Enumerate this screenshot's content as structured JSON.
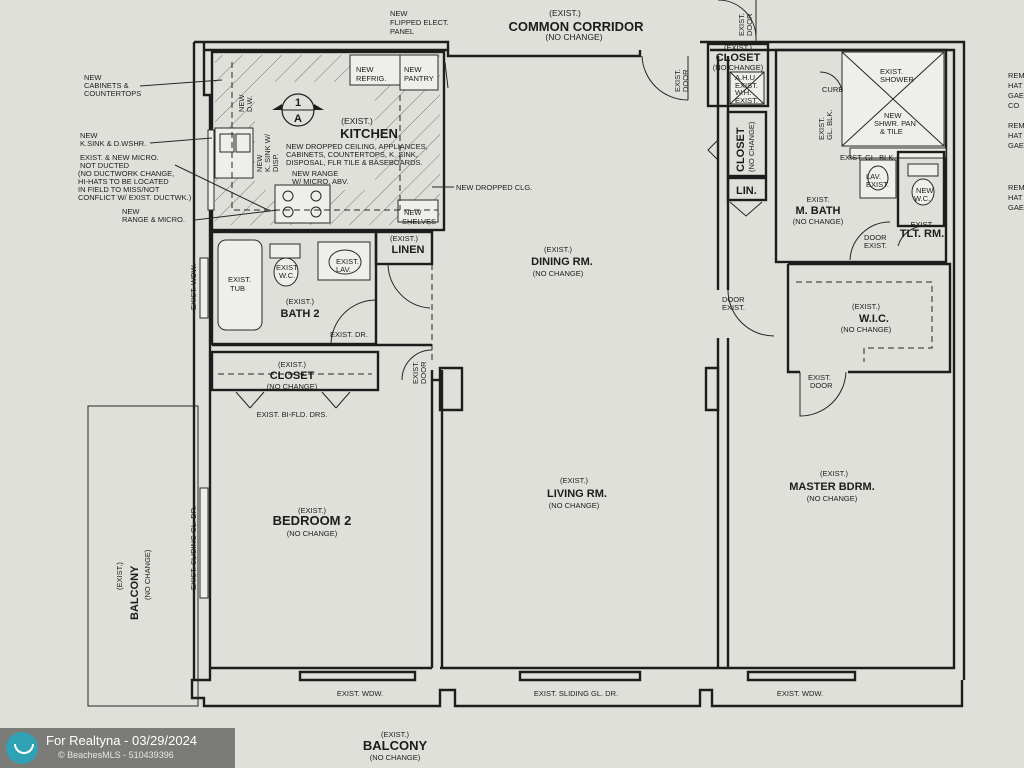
{
  "corridor": {
    "exist": "(EXIST.)",
    "name": "COMMON CORRIDOR",
    "note": "(NO CHANGE)"
  },
  "panel": {
    "line1": "NEW",
    "line2": "FLIPPED ELECT.",
    "line3": "PANEL"
  },
  "kitchen": {
    "exist": "(EXIST.)",
    "name": "KITCHEN",
    "desc1": "NEW DROPPED CEILING, APPLIANCES,",
    "desc2": "CABINETS, COUNTERTOPS, K. SINK,",
    "desc3": "DISPOSAL, FLR TILE & BASEBOARDS.",
    "section_num": "1",
    "section_letter": "A",
    "refrig": [
      "NEW",
      "REFRIG."
    ],
    "pantry": [
      "NEW",
      "PANTRY"
    ],
    "dw": [
      "NEW",
      "D.W."
    ],
    "sink": [
      "NEW",
      "K. SINK W/",
      "DISP."
    ],
    "range": [
      "NEW RANGE",
      "W/ MICRO. ABV."
    ],
    "shelves": [
      "NEW",
      "SHELVES"
    ],
    "dropped_clg": "NEW DROPPED CLG."
  },
  "left_notes": {
    "cabinets": [
      "NEW",
      "CABINETS &",
      "COUNTERTOPS"
    ],
    "sink_dw": [
      "NEW",
      "K.SINK & D.WSHR."
    ],
    "micro": [
      "EXIST. & NEW MICRO.",
      "NOT DUCTED",
      "(NO DUCTWORK CHANGE,",
      "HI-HATS TO BE LOCATED",
      "IN FIELD TO MISS/NOT",
      "CONFLICT W/ EXIST. DUCTWK.)"
    ],
    "range_micro": [
      "NEW",
      "RANGE & MICRO."
    ],
    "wdw": "EXIST. WDW.",
    "sliding": "EXIST. SLIDING GL. DR."
  },
  "linen": {
    "exist": "(EXIST.)",
    "name": "LINEN"
  },
  "bath2": {
    "exist": "(EXIST.)",
    "name": "BATH 2",
    "tub": [
      "EXIST.",
      "TUB"
    ],
    "wc": [
      "EXIST.",
      "W.C."
    ],
    "lav": [
      "EXIST.",
      "LAV."
    ],
    "door": "EXIST. DR."
  },
  "closet2": {
    "exist": "(EXIST.)",
    "name": "CLOSET",
    "note": "(NO CHANGE)",
    "doors": "EXIST. BI-FLD. DRS."
  },
  "dining": {
    "exist": "(EXIST.)",
    "name": "DINING RM.",
    "note": "(NO CHANGE)"
  },
  "living": {
    "exist": "(EXIST.)",
    "name": "LIVING RM.",
    "note": "(NO CHANGE)"
  },
  "bedroom2": {
    "exist": "(EXIST.)",
    "name": "BEDROOM 2",
    "note": "(NO CHANGE)"
  },
  "exist_door": [
    "EXIST.",
    "DOOR"
  ],
  "closet_top": {
    "exist": "(EXIST.)",
    "name": "CLOSET",
    "note": "(NO CHANGE)",
    "ahu": [
      "A.H.U.",
      "EXIST.",
      "W.H.",
      "EXIST."
    ]
  },
  "closet_vert": {
    "name": "CLOSET",
    "note": "(NO CHANGE)"
  },
  "lin": "LIN.",
  "shower": {
    "exist": [
      "EXIST.",
      "SHOWER"
    ],
    "curb": "CURB",
    "pan": [
      "NEW",
      "SHWR. PAN",
      "& TILE"
    ],
    "glblk": [
      "EXIST.",
      "GL. BLK."
    ],
    "glblk2": "EXIST. GL. BLK."
  },
  "mbath": {
    "exist": "EXIST.",
    "name": "M. BATH",
    "note": "(NO CHANGE)",
    "lav": [
      "LAV.",
      "EXIST."
    ],
    "wc": [
      "NEW",
      "W.C."
    ],
    "door": [
      "DOOR",
      "EXIST."
    ]
  },
  "tlt": {
    "exist": "EXIST.",
    "name": "TLT. RM."
  },
  "door_exist": [
    "DOOR",
    "EXIST."
  ],
  "wic": {
    "exist": "(EXIST.)",
    "name": "W.I.C.",
    "note": "(NO CHANGE)"
  },
  "master": {
    "exist": "(EXIST.)",
    "name": "MASTER BDRM.",
    "note": "(NO CHANGE)"
  },
  "balcony_left": {
    "exist": "(EXIST.)",
    "name": "BALCONY",
    "note": "(NO CHANGE)"
  },
  "balcony_bottom": {
    "exist": "(EXIST.)",
    "name": "BALCONY",
    "note": "(NO CHANGE)"
  },
  "bottom": {
    "wdw_left": "EXIST. WDW.",
    "sliding": "EXIST. SLIDING GL. DR.",
    "wdw_right": "EXIST. WDW."
  },
  "right_edge": {
    "a": "REM",
    "b": "HAT",
    "c": "GAE",
    "d": "CO",
    "e": "REM",
    "f": "HAT",
    "g": "GAE",
    "h": "REM",
    "i": "HAT",
    "j": "GAE"
  },
  "watermark": {
    "line1": "For Realtyna - 03/29/2024",
    "line2": "© BeachesMLS - 510439396"
  }
}
